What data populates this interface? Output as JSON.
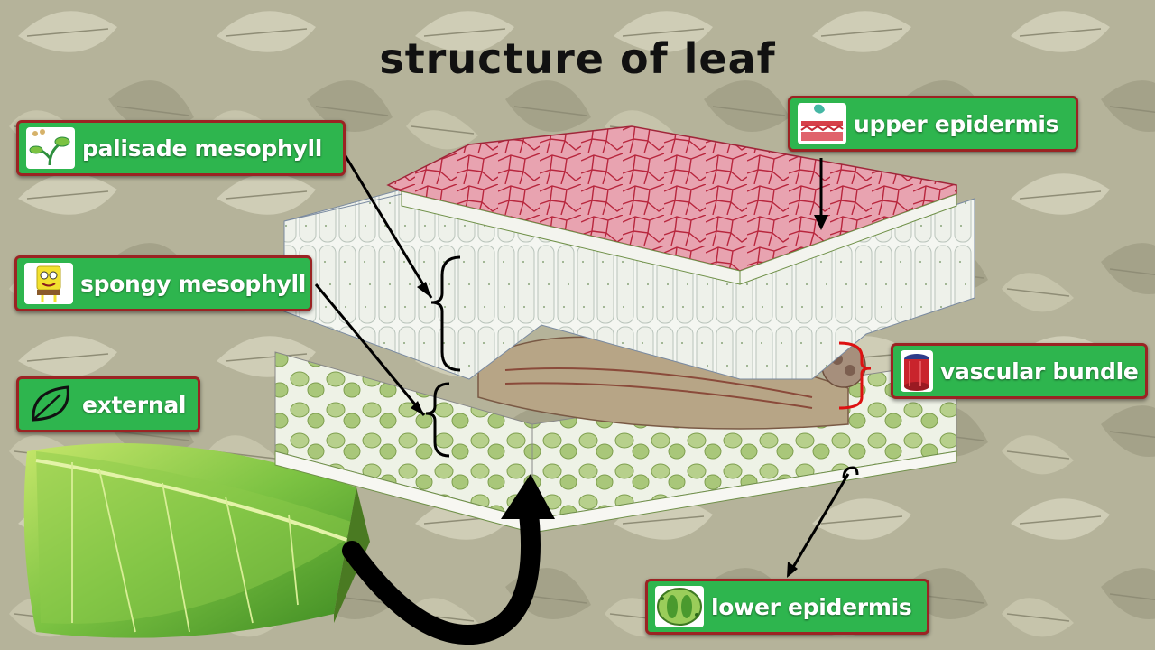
{
  "title": "structure of leaf",
  "labels": {
    "palisade": "palisade mesophyll",
    "spongy": "spongy mesophyll",
    "external": "external",
    "upper": "upper epidermis",
    "vascular": "vascular bundle",
    "lower": "lower epidermis"
  },
  "colors": {
    "label_fill": "#2eb54e",
    "label_border": "#9b2323",
    "upper_surface": "#d98a9a",
    "mesophyll": "#f2f4ee",
    "spongy_cells": "#a9c77a",
    "leaf_green": "#7bc242"
  },
  "icons": {
    "palisade": "seedling-icon",
    "spongy": "sponge-character-icon",
    "external": "leaf-icon",
    "upper": "epidermis-layer-icon",
    "vascular": "vascular-bundle-icon",
    "lower": "stomata-icon"
  }
}
